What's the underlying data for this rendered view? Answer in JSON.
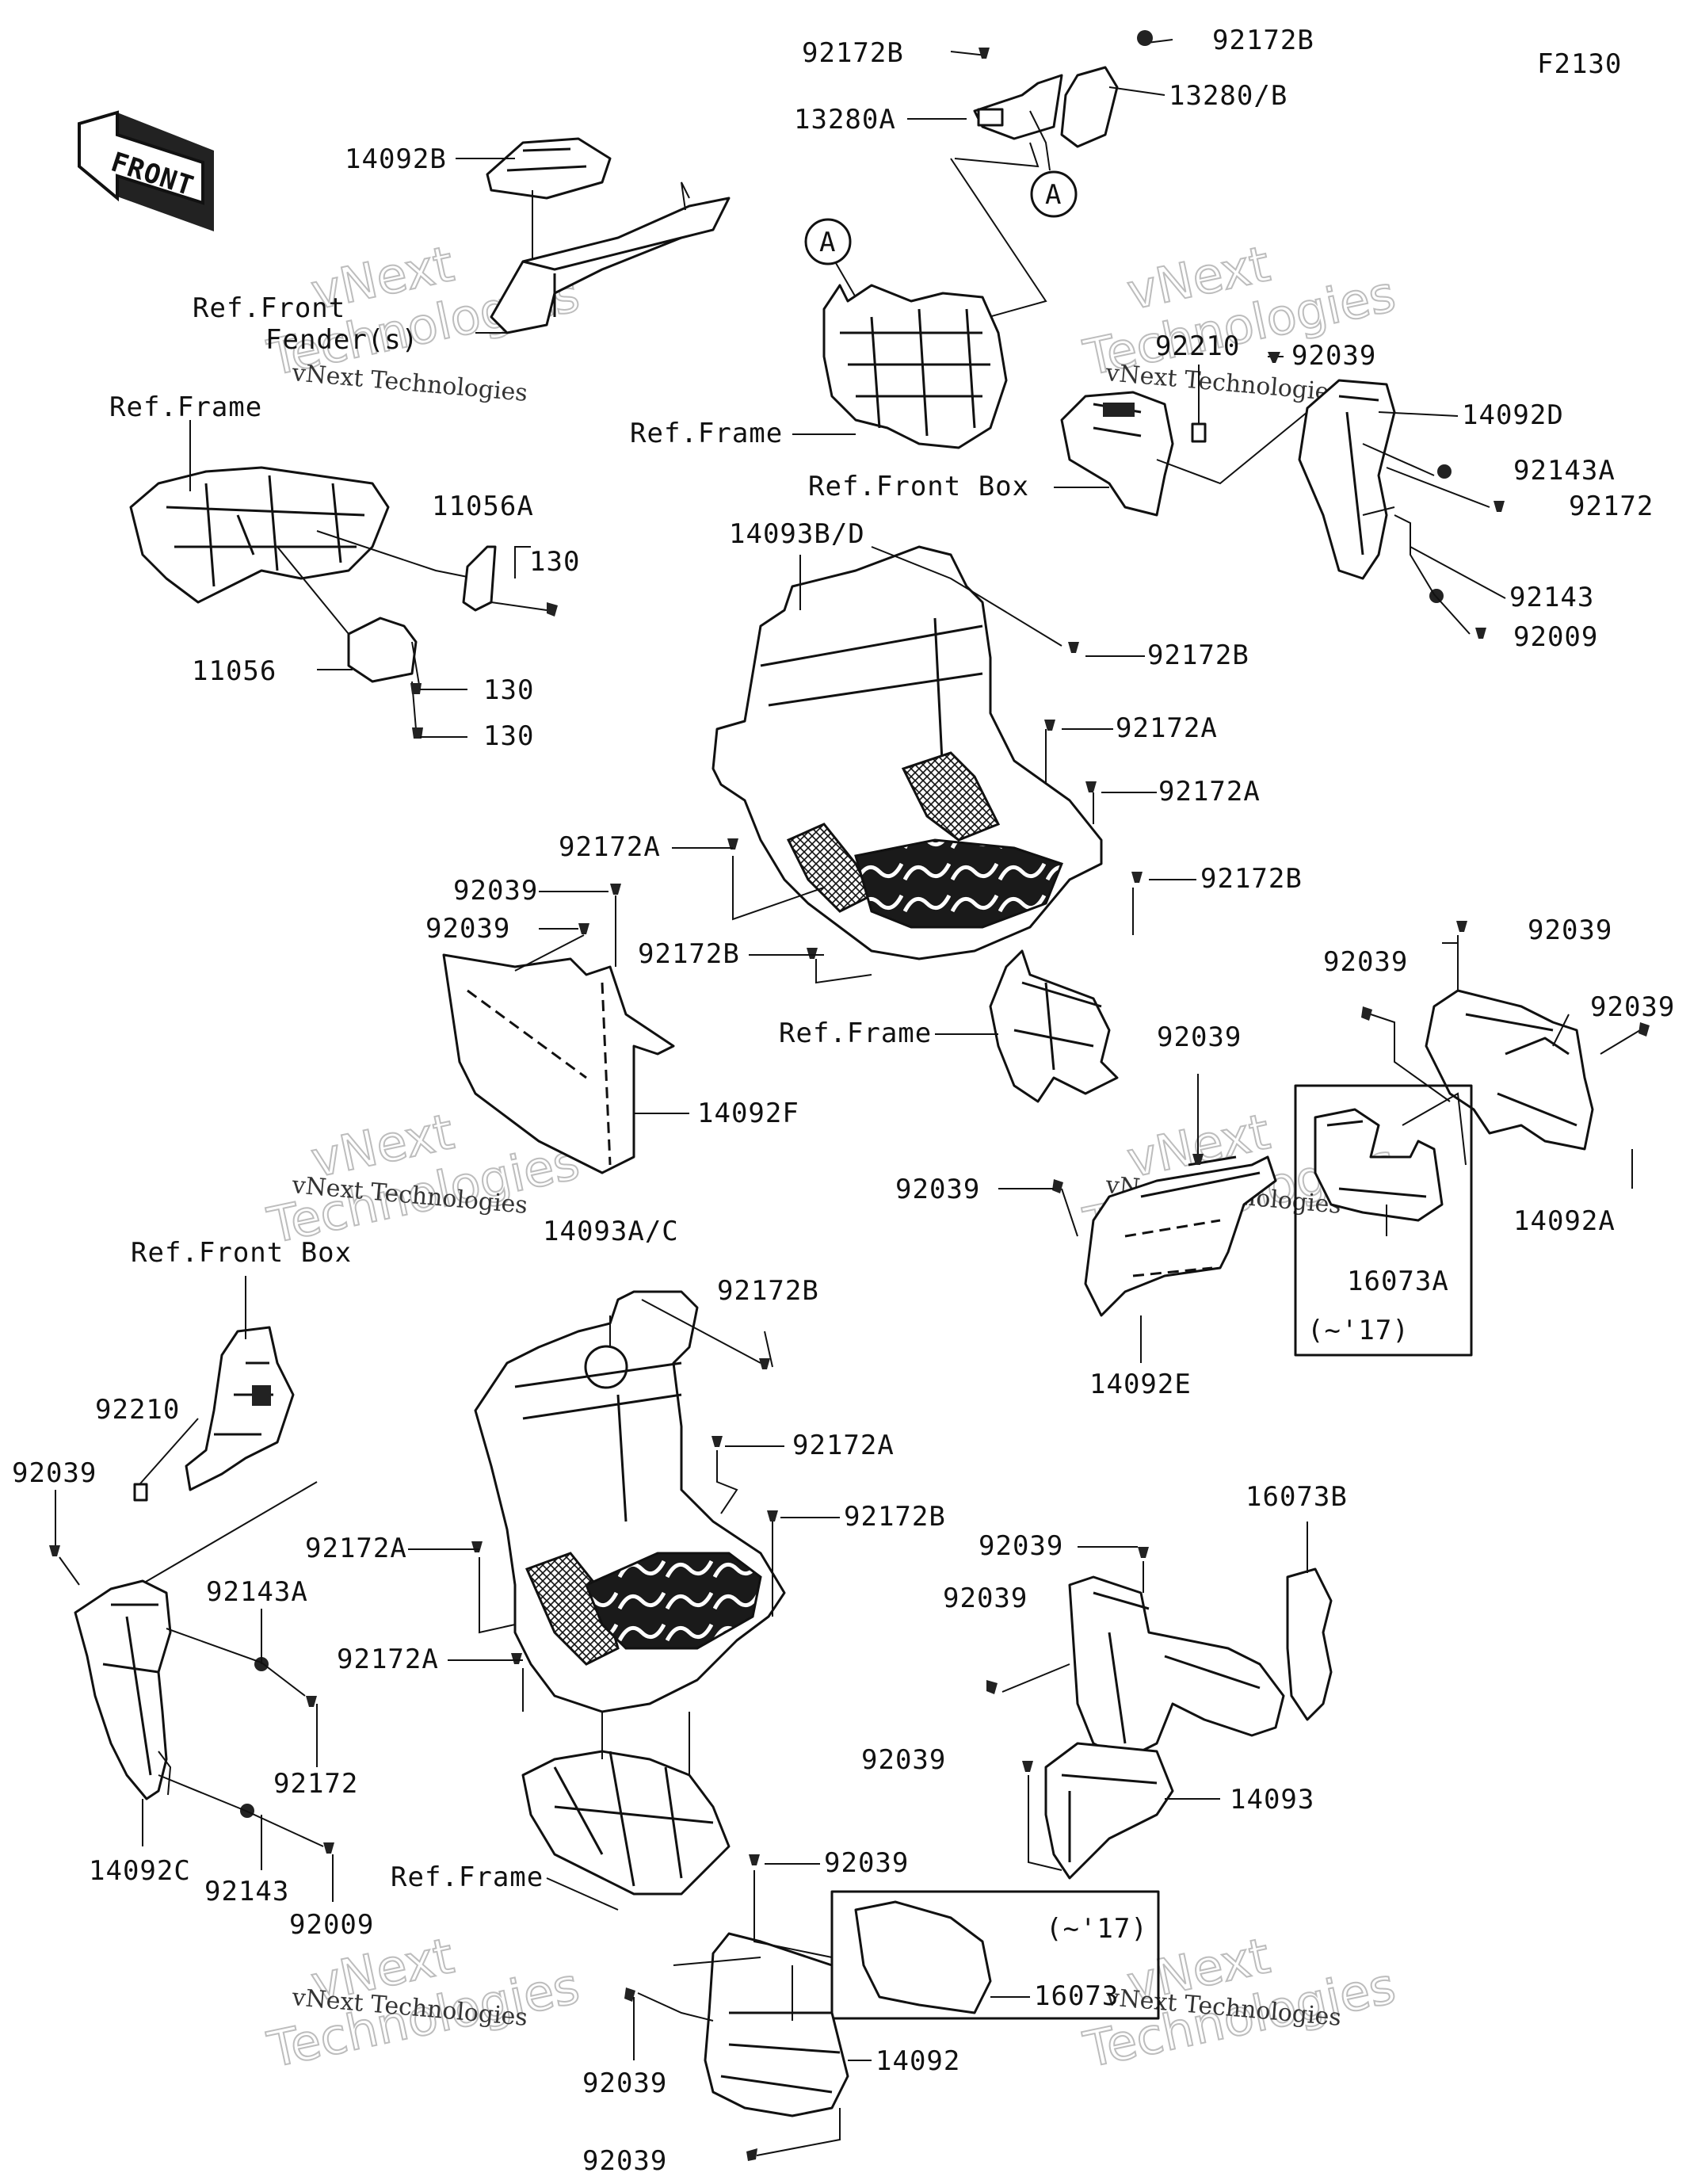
{
  "diagram_code": "F2130",
  "front_arrow_text": "FRONT",
  "callout_letter": "A",
  "watermarks": [
    {
      "big": "vNext",
      "big2": "Technologies",
      "small": "vNext Technologies"
    },
    {
      "big": "vNext",
      "big2": "Technologies",
      "small": "vNext Technologies"
    },
    {
      "big": "vNext",
      "big2": "Technologies",
      "small": "vNext Technologies"
    },
    {
      "big": "vNext",
      "big2": "Technologies",
      "small": "vNext Technologies"
    },
    {
      "big": "vNext",
      "big2": "Technologies",
      "small": "vNext Technologies"
    },
    {
      "big": "vNext",
      "big2": "Technologies",
      "small": "vNext Technologies"
    }
  ],
  "labels": {
    "l_92172B_a": "92172B",
    "l_92172B_b": "92172B",
    "l_13280A": "13280A",
    "l_13280B": "13280/B",
    "l_14092B": "14092B",
    "l_ref_front_fender_1": "Ref.Front",
    "l_ref_front_fender_2": "Fender(s)",
    "l_ref_frame_1": "Ref.Frame",
    "l_ref_frame_2": "Ref.Frame",
    "l_ref_frame_3": "Ref.Frame",
    "l_ref_frame_4": "Ref.Frame",
    "l_ref_front_box_1": "Ref.Front Box",
    "l_ref_front_box_2": "Ref.Front Box",
    "l_92210_a": "92210",
    "l_92210_b": "92210",
    "l_92039_a": "92039",
    "l_14092D": "14092D",
    "l_92143A_a": "92143A",
    "l_92172_a": "92172",
    "l_92143_a": "92143",
    "l_92009_a": "92009",
    "l_11056A": "11056A",
    "l_130_a": "130",
    "l_130_b": "130",
    "l_130_c": "130",
    "l_11056": "11056",
    "l_14093BD": "14093B/D",
    "l_92172B_c": "92172B",
    "l_92172A_a": "92172A",
    "l_92172A_b": "92172A",
    "l_92172A_c": "92172A",
    "l_92172B_d": "92172B",
    "l_92039_b": "92039",
    "l_92039_c": "92039",
    "l_92172B_e": "92172B",
    "l_14092F": "14092F",
    "l_92039_d": "92039",
    "l_92039_e": "92039",
    "l_92039_f": "92039",
    "l_92039_g": "92039",
    "l_92039_h": "92039",
    "l_14092A": "14092A",
    "l_16073A": "16073A",
    "l_range_17_a": "(~'17)",
    "l_14092E": "14092E",
    "l_14093AC": "14093A/C",
    "l_92172B_f": "92172B",
    "l_92172A_d": "92172A",
    "l_92172B_g": "92172B",
    "l_92172A_e": "92172A",
    "l_92172A_f": "92172A",
    "l_92039_i": "92039",
    "l_92143A_b": "92143A",
    "l_92172_b": "92172",
    "l_14092C": "14092C",
    "l_92143_b": "92143",
    "l_92009_b": "92009",
    "l_16073B": "16073B",
    "l_92039_j": "92039",
    "l_92039_k": "92039",
    "l_92039_l": "92039",
    "l_14093": "14093",
    "l_92039_m": "92039",
    "l_range_17_b": "(~'17)",
    "l_16073": "16073",
    "l_92039_n": "92039",
    "l_14092": "14092",
    "l_92039_o": "92039"
  }
}
